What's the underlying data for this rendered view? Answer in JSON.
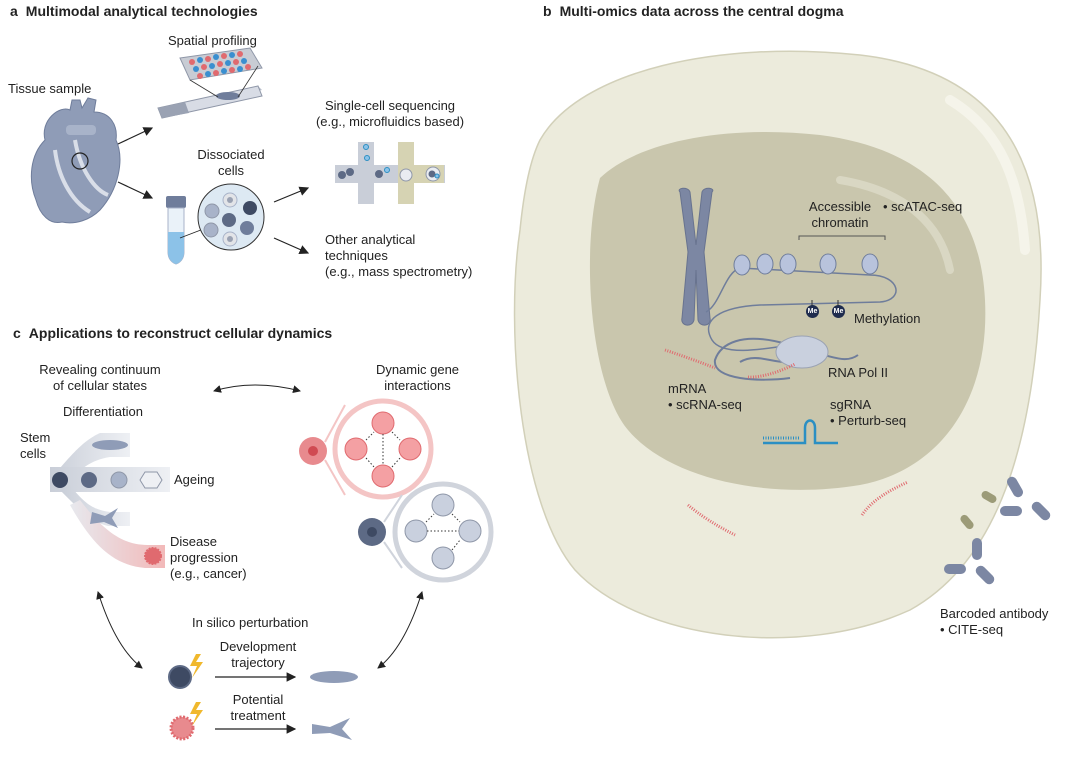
{
  "panel_a": {
    "letter": "a",
    "title": "Multimodal analytical technologies",
    "tissue_sample": "Tissue sample",
    "spatial_profiling": "Spatial profiling",
    "dissociated_cells_l1": "Dissociated",
    "dissociated_cells_l2": "cells",
    "single_cell_l1": "Single-cell sequencing",
    "single_cell_l2": "(e.g., microfluidics based)",
    "other_l1": "Other analytical",
    "other_l2": "techniques",
    "other_l3": "(e.g., mass spectrometry)"
  },
  "panel_b": {
    "letter": "b",
    "title": "Multi-omics data across the central dogma",
    "accessible_l1": "Accessible",
    "accessible_l2": "chromatin",
    "scatac": "• scATAC-seq",
    "methylation": "Methylation",
    "me_badge": "Me",
    "rna_pol": "RNA Pol II",
    "mrna": "mRNA",
    "scrna": "• scRNA-seq",
    "sgrna": "sgRNA",
    "perturb": "• Perturb-seq",
    "antibody": "Barcoded antibody",
    "cite": "• CITE-seq"
  },
  "panel_c": {
    "letter": "c",
    "title": "Applications to reconstruct cellular dynamics",
    "continuum_l1": "Revealing continuum",
    "continuum_l2": "of cellular states",
    "differentiation": "Differentiation",
    "stem_l1": "Stem",
    "stem_l2": "cells",
    "ageing": "Ageing",
    "disease_l1": "Disease",
    "disease_l2": "progression",
    "disease_l3": "(e.g., cancer)",
    "gene_l1": "Dynamic gene",
    "gene_l2": "interactions",
    "in_silico": "In silico perturbation",
    "dev_l1": "Development",
    "dev_l2": "trajectory",
    "treat_l1": "Potential",
    "treat_l2": "treatment"
  },
  "colors": {
    "cell_outer": "#ecebdc",
    "nucleus": "#c9c6ad",
    "slate": "#6f7d9b",
    "dark_cell": "#3e4a63",
    "red": "#e06a6f",
    "pink_light": "#f4c5c5",
    "blue_sg": "#2b8fc3",
    "olive": "#9c9b78",
    "lightning": "#f0b82d"
  }
}
